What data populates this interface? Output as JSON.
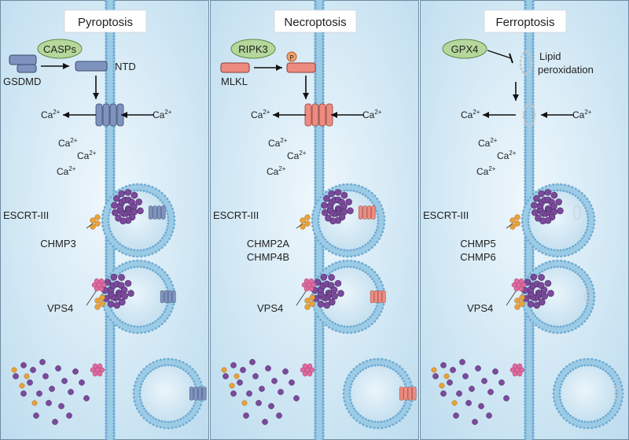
{
  "colors": {
    "panel_bg": "#cfe6f4",
    "panel_border": "#6d8aa0",
    "membrane": "#9ccbe6",
    "membrane_dot": "#6eaad2",
    "vesicle_fill": "#d7ebf7",
    "gsdmd": "#7f93bf",
    "mlkl": "#ee8b80",
    "ferro_pore": "#c9c9c9",
    "escrt_purple": "#7b4a9c",
    "chmp_orange": "#eaa13a",
    "vps4_pink": "#e06aa0",
    "enzyme_green": "#b5d79b"
  },
  "panels": [
    {
      "title": "Pyroptosis",
      "enzyme": "CASPs",
      "substrate": "GSDMD",
      "product": "NTD",
      "phospho": "",
      "inhibit_text": "",
      "pore_style": "gsdmd",
      "ca_label": "Ca",
      "ca_sup": "2+",
      "escrt_label": "ESCRT-III",
      "chmp_lines": [
        "CHMP3"
      ],
      "vps4_label": "VPS4"
    },
    {
      "title": "Necroptosis",
      "enzyme": "RIPK3",
      "substrate": "MLKL",
      "product": "",
      "phospho": "P",
      "inhibit_text": "",
      "pore_style": "mlkl",
      "ca_label": "Ca",
      "ca_sup": "2+",
      "escrt_label": "ESCRT-III",
      "chmp_lines": [
        "CHMP2A",
        "CHMP4B"
      ],
      "vps4_label": "VPS4"
    },
    {
      "title": "Ferroptosis",
      "enzyme": "GPX4",
      "substrate": "",
      "product": "",
      "phospho": "",
      "inhibit_text": [
        "Lipid",
        "peroxidation"
      ],
      "pore_style": "ferro",
      "ca_label": "Ca",
      "ca_sup": "2+",
      "escrt_label": "ESCRT-III",
      "chmp_lines": [
        "CHMP5",
        "CHMP6"
      ],
      "vps4_label": "VPS4"
    }
  ]
}
